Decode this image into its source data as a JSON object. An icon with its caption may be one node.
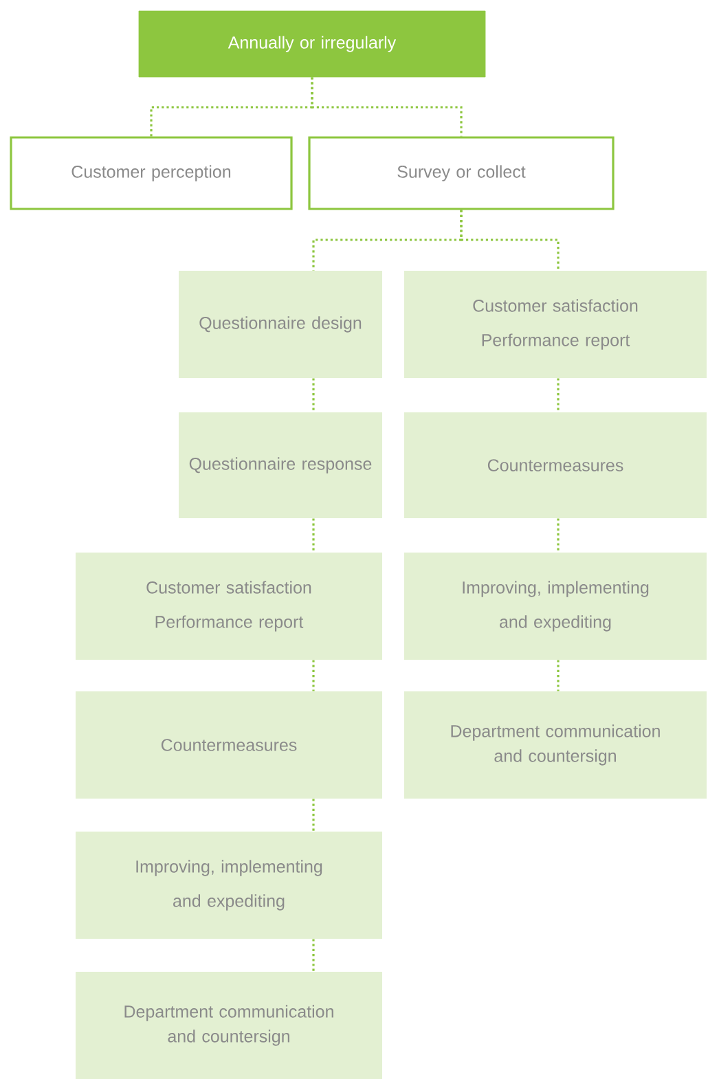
{
  "diagram": {
    "nodes": [
      {
        "text": [
          "Annually or irregularly"
        ]
      },
      {
        "text": [
          "Customer perception"
        ]
      },
      {
        "text": [
          "Survey or collect"
        ]
      },
      {
        "text": [
          "Questionnaire design"
        ]
      },
      {
        "text": [
          "Customer satisfaction Performance report"
        ]
      },
      {
        "text": [
          "Questionnaire response"
        ]
      },
      {
        "text": [
          "Countermeasures"
        ]
      },
      {
        "text": [
          "Customer satisfaction Performance report"
        ]
      },
      {
        "text": [
          "Improving, implementing and expediting"
        ]
      },
      {
        "text": [
          "Department communication and countersign"
        ]
      },
      {
        "text": [
          "Countermeasures"
        ]
      },
      {
        "text": [
          "Improving, implementing and expediting"
        ]
      },
      {
        "text": [
          "Department communication and countersign"
        ]
      }
    ],
    "edges": [
      {
        "from": 0,
        "to": 1,
        "arrow": "none"
      },
      {
        "from": 0,
        "to": 2,
        "arrow": "none"
      },
      {
        "from": 2,
        "to": 3,
        "arrow": "none"
      },
      {
        "from": 2,
        "to": 4,
        "arrow": "none"
      },
      {
        "from": 3,
        "to": 5,
        "arrow": "none"
      },
      {
        "from": 5,
        "to": 7,
        "arrow": "none"
      },
      {
        "from": 7,
        "to": 10,
        "arrow": "none"
      },
      {
        "from": 10,
        "to": 11,
        "arrow": "none"
      },
      {
        "from": 11,
        "to": 12,
        "arrow": "none"
      },
      {
        "from": 4,
        "to": 6,
        "arrow": "none"
      },
      {
        "from": 6,
        "to": 8,
        "arrow": "none"
      },
      {
        "from": 8,
        "to": 9,
        "arrow": "none"
      }
    ]
  }
}
